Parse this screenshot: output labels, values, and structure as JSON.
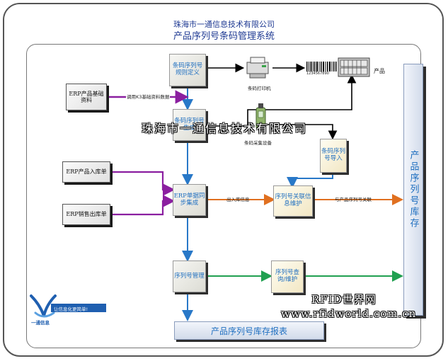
{
  "header": {
    "company": "珠海市一通信息技术有限公司",
    "system": "产品序列号条码管理系统"
  },
  "nodes": {
    "barcode_rule": "条码序列号规则定义",
    "erp_basic": "ERP产品基础资料",
    "barcode_print": "条码序列号生成",
    "erp_in": "ERP产品入库单",
    "erp_out": "ERP销售出库单",
    "erp_sync": "ERP单据同步集成",
    "serial_import": "条码序列号导入",
    "serial_assoc": "序列号关联信息维护",
    "serial_mgmt": "序列号管理",
    "serial_query": "序列号查询/维护",
    "inventory": "产品序列号库存",
    "report": "产品序列号库存报表"
  },
  "labels": {
    "k3_basic": "调用K3基础资料数据",
    "printer": "条码打印机",
    "product": "产品",
    "barcode_digits": "1234567890",
    "collector": "条码采集设备",
    "in_info": "出入库信息",
    "product_serial_assoc": "与产品序列号关联"
  },
  "watermarks": {
    "company": "珠海市一通信息技术有限公司",
    "site_name": "RFID世界网",
    "site_url": "www.rfidworld.com.cn"
  },
  "logo": {
    "slogan": "让信息化更简单!",
    "name": "一通信息"
  },
  "colors": {
    "blue_arrow": "#2878c8",
    "purple_arrow": "#8b1fa0",
    "orange_arrow": "#e07020",
    "green_arrow": "#20a050",
    "black_arrow": "#000000"
  }
}
